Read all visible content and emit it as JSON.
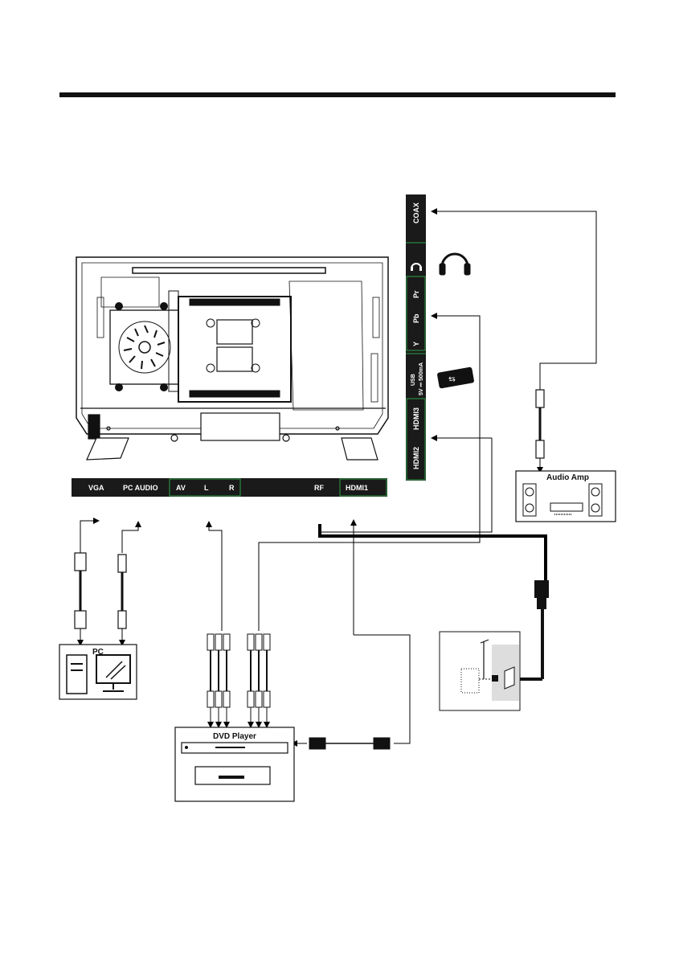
{
  "bottom_panel": {
    "vga": "VGA",
    "pc_audio": "PC AUDIO",
    "av": "AV",
    "l": "L",
    "r": "R",
    "rf": "RF",
    "hdmi1": "HDMI1"
  },
  "side_panel": {
    "coax": "COAX",
    "pr": "Pr",
    "pb": "Pb",
    "y": "Y",
    "usb_line1": "USB",
    "usb_line2": "5V ⎓ 500mA",
    "hdmi3": "HDMI3",
    "hdmi2": "HDMI2"
  },
  "devices": {
    "pc": "PC",
    "audio_amp": "Audio Amp",
    "dvd_player": "DVD Player"
  },
  "colors": {
    "panel": "#1a1a1a",
    "accent": "#2f9e44",
    "line": "#000000"
  }
}
